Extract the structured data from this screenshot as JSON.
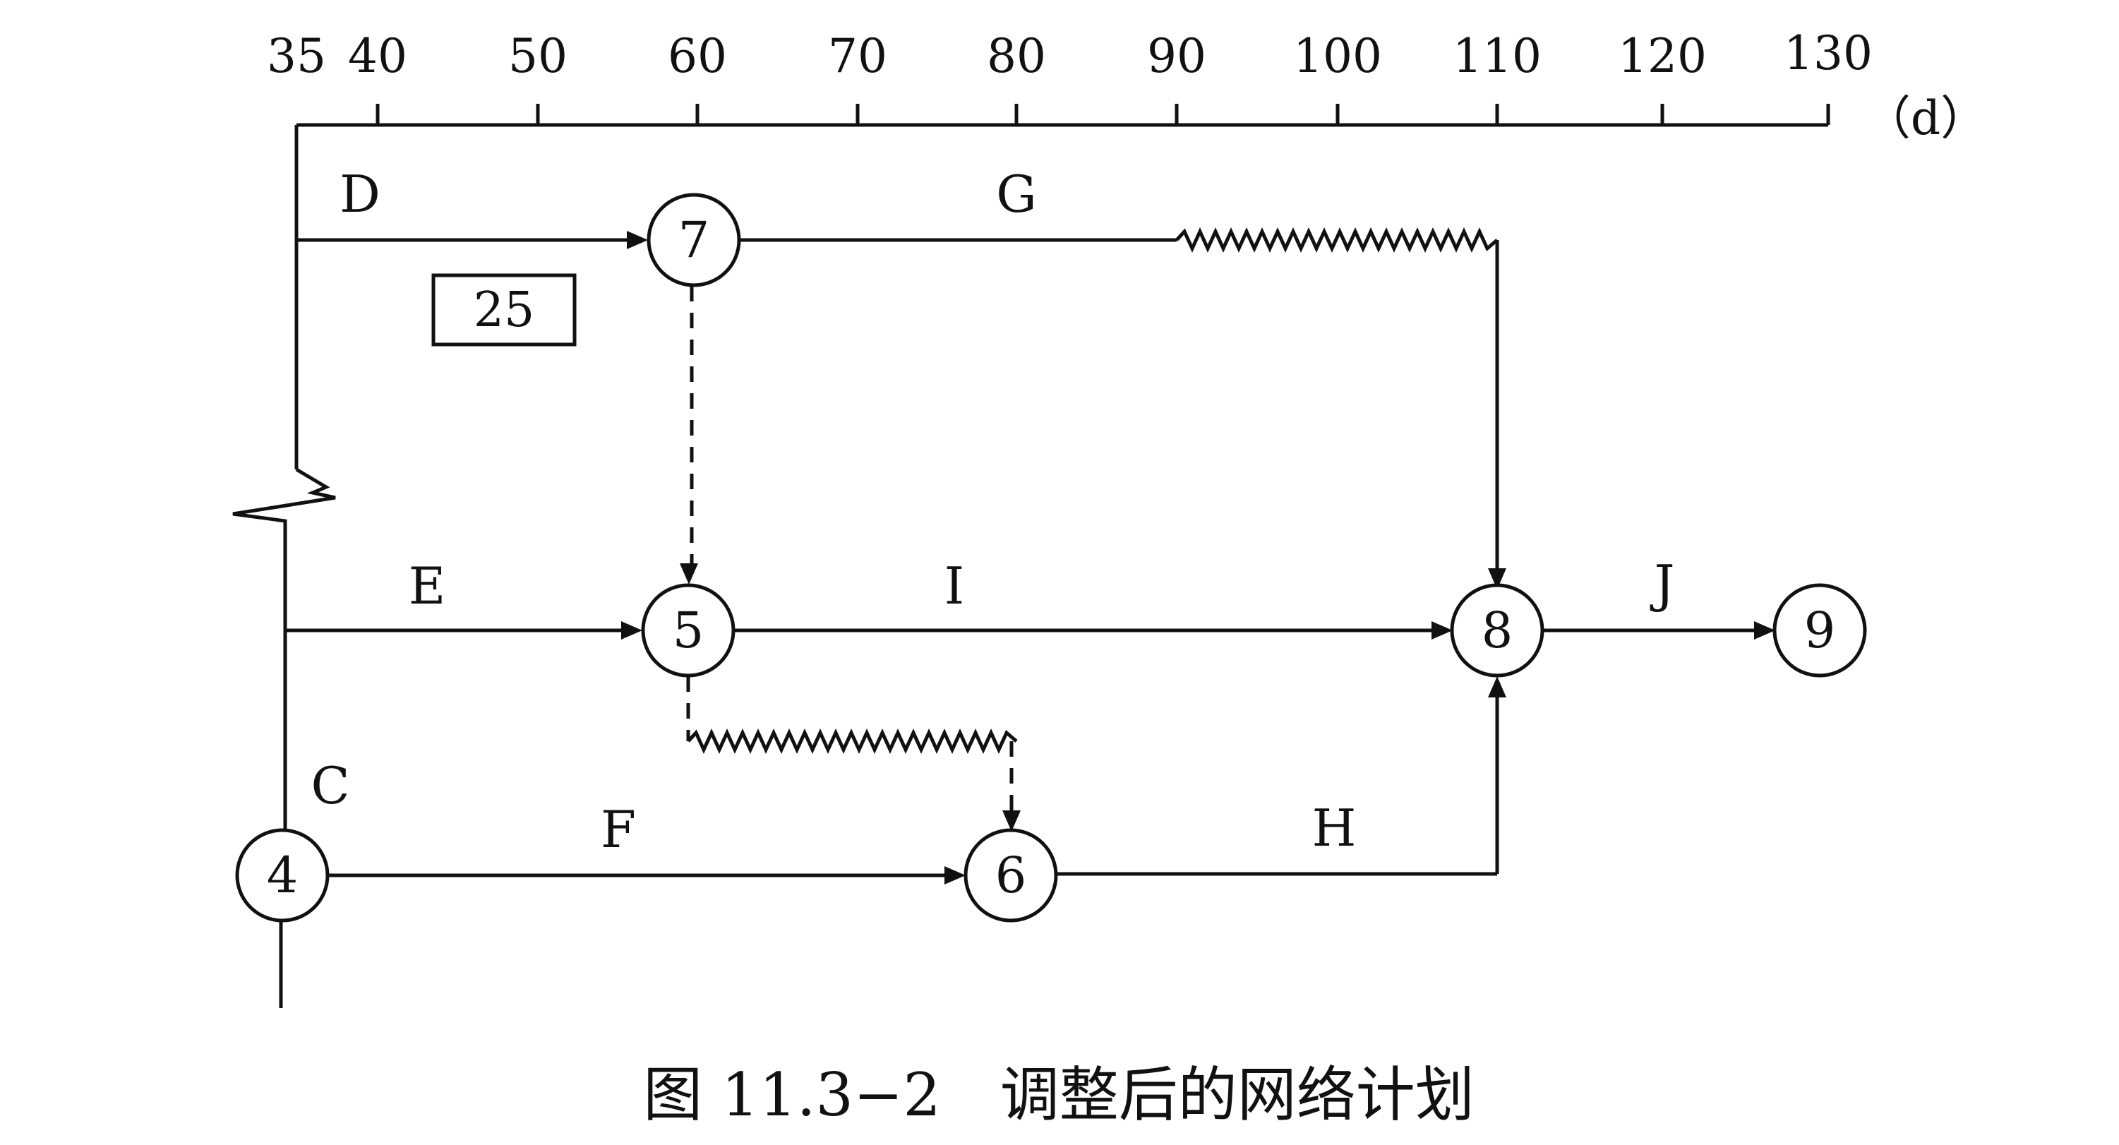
{
  "axis": {
    "ticks": [
      "35",
      "40",
      "50",
      "60",
      "70",
      "80",
      "90",
      "100",
      "110",
      "120",
      "130"
    ],
    "unit": "（d）"
  },
  "nodes": {
    "n4": "4",
    "n5": "5",
    "n6": "6",
    "n7": "7",
    "n8": "8",
    "n9": "9"
  },
  "activities": {
    "C": "C",
    "D": "D",
    "E": "E",
    "F": "F",
    "G": "G",
    "H": "H",
    "I": "I",
    "J": "J"
  },
  "box": "25",
  "caption": "图 11.3−2　调整后的网络计划",
  "colors": {
    "line": "#111111",
    "background": "#ffffff"
  }
}
